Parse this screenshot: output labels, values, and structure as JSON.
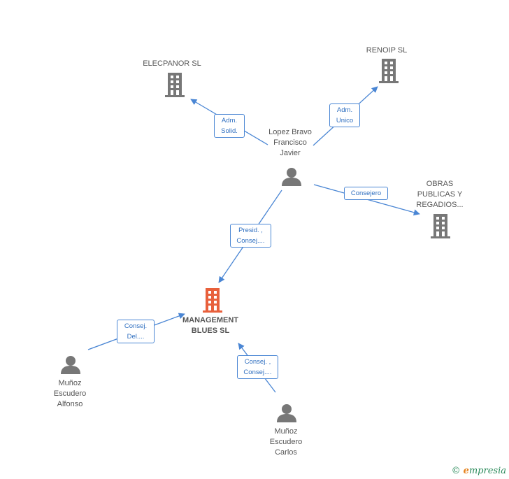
{
  "colors": {
    "edge": "#4a86d4",
    "building": "#777777",
    "main_building": "#e8603c",
    "person": "#777777"
  },
  "nodes": {
    "elecpanor": {
      "label": "ELECPANOR SL",
      "icon": "building-icon"
    },
    "renoip": {
      "label": "RENOIP SL",
      "icon": "building-icon"
    },
    "lopez": {
      "label": "Lopez Bravo\nFrancisco\nJavier",
      "icon": "person-icon"
    },
    "obras": {
      "label": "OBRAS\nPUBLICAS Y\nREGADIOS...",
      "icon": "building-icon"
    },
    "management": {
      "label": "MANAGEMENT\nBLUES SL",
      "icon": "building-icon"
    },
    "alfonso": {
      "label": "Muñoz\nEscudero\nAlfonso",
      "icon": "person-icon"
    },
    "carlos": {
      "label": "Muñoz\nEscudero\nCarlos",
      "icon": "person-icon"
    }
  },
  "edges": {
    "lopez_elecpanor": "Adm.\nSolid.",
    "lopez_renoip": "Adm.\nUnico",
    "lopez_obras": "Consejero",
    "lopez_management": "Presid. ,\nConsej....",
    "alfonso_management": "Consej.\nDel....",
    "carlos_management": "Consej. ,\nConsej...."
  },
  "brand": {
    "copyright": "©",
    "initial": "e",
    "rest": "mpresia"
  }
}
